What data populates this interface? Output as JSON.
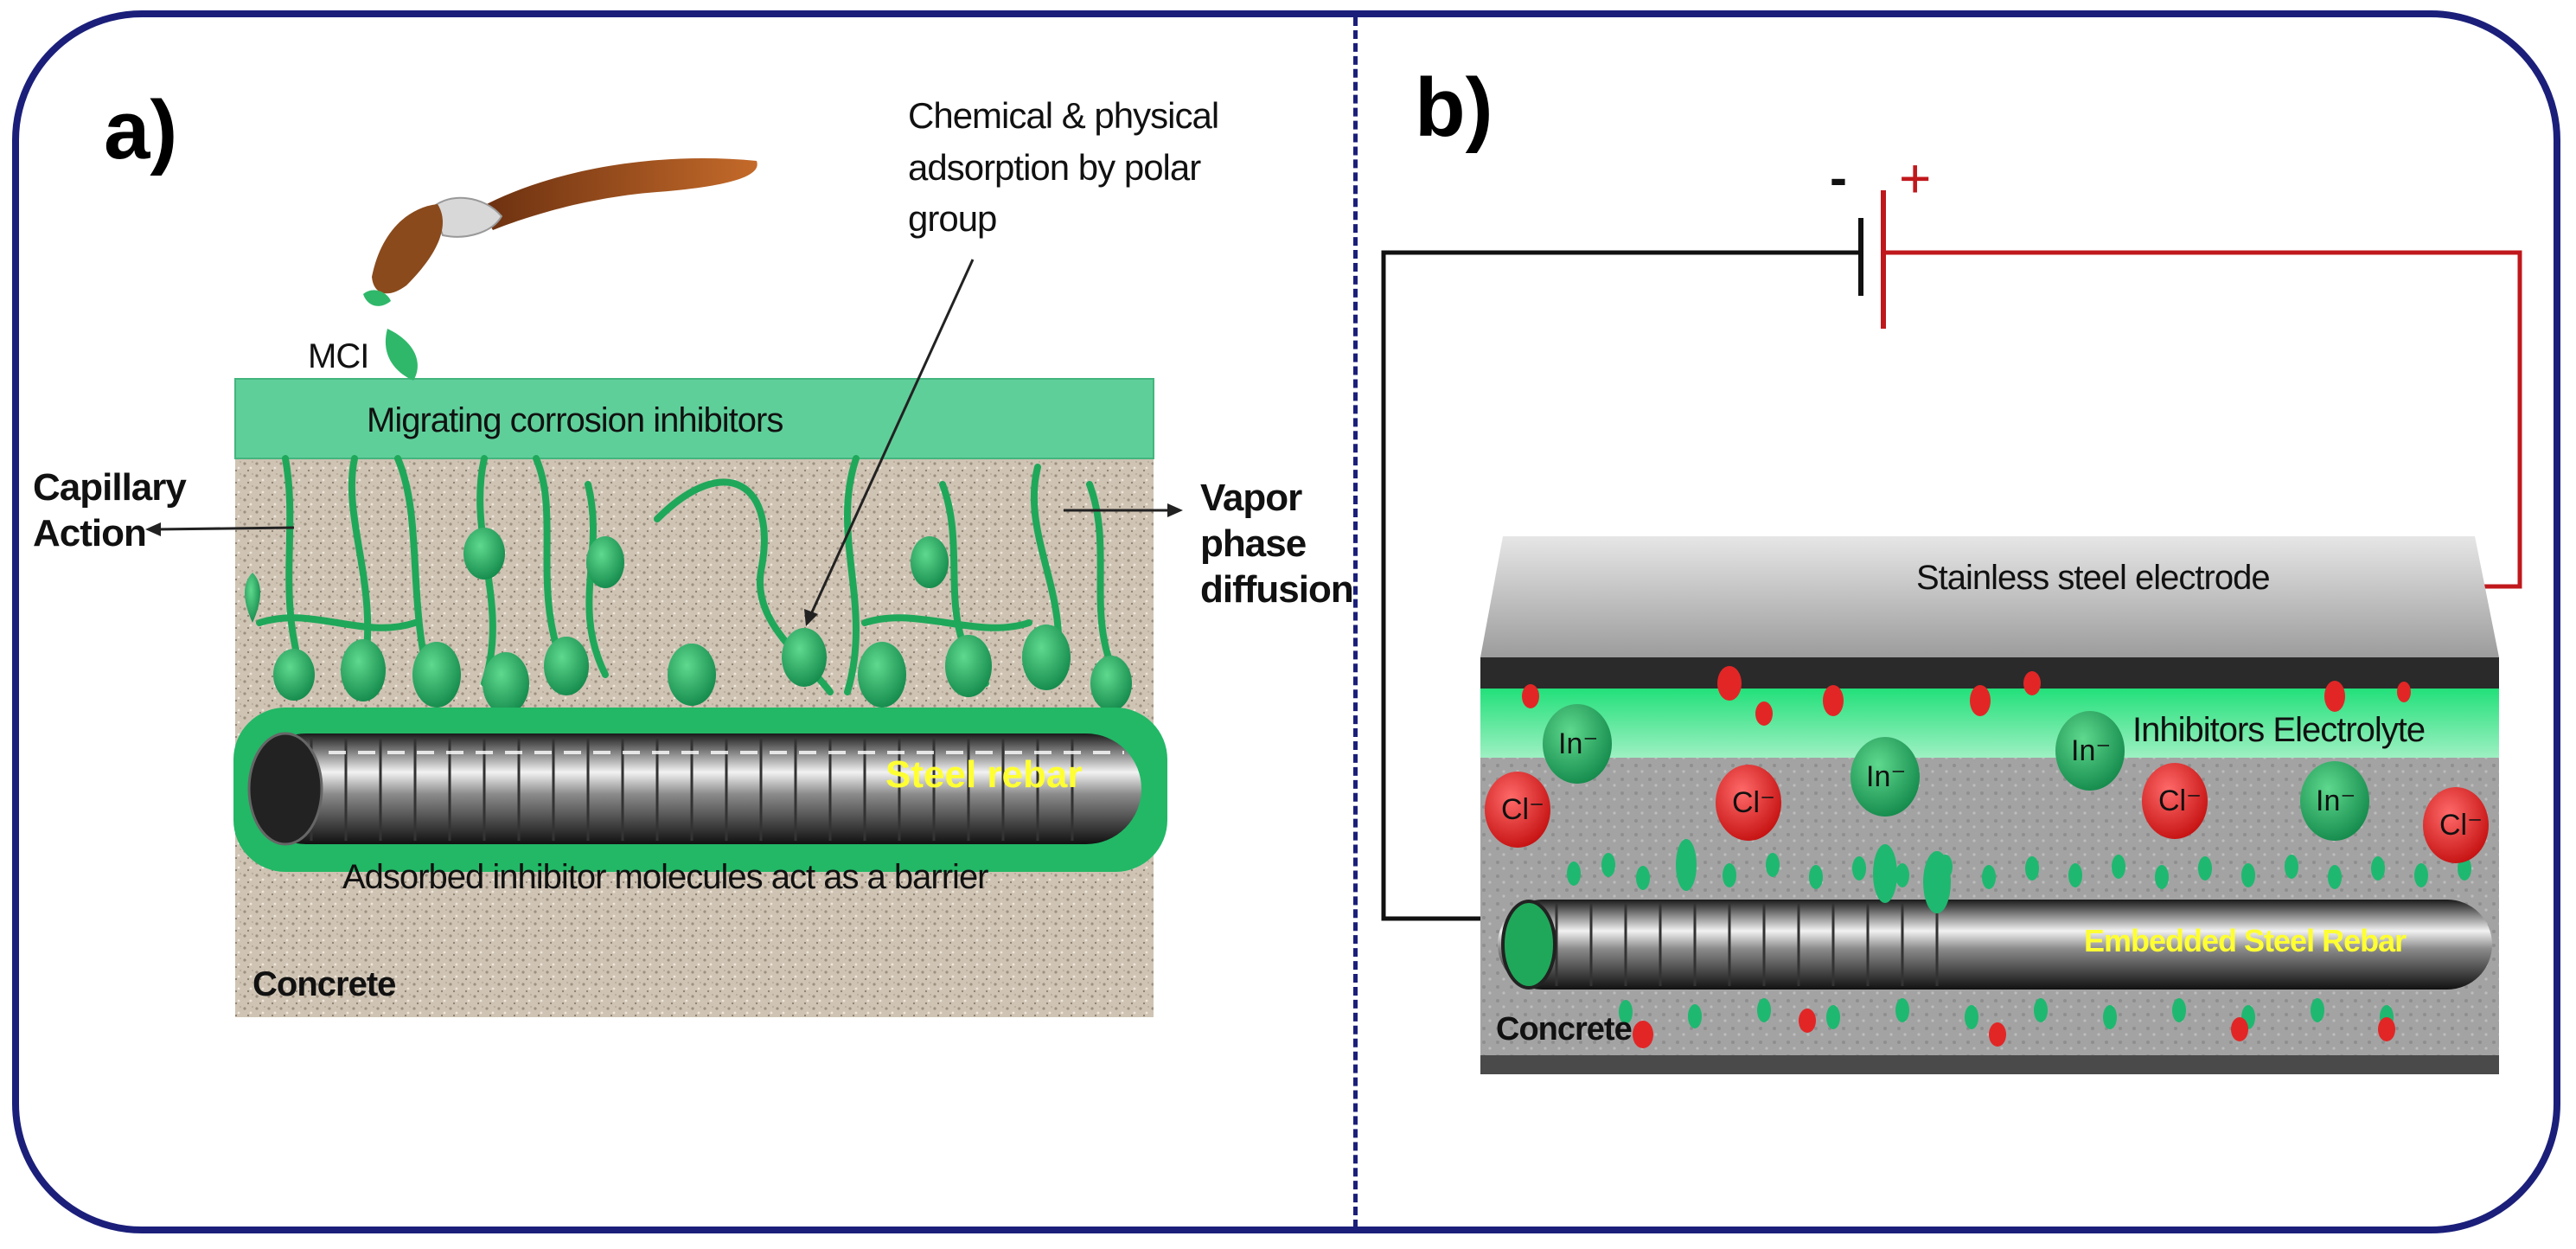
{
  "colors": {
    "frame": "#1b1f7a",
    "inhibitor_green": "#1fa85a",
    "coating_green": "#5fcf9a",
    "chloride_red": "#e22626",
    "wire_red": "#c0181c",
    "concrete_tan": "#cfc3b3",
    "concrete_grey": "#9a9a9a",
    "electrode_grey": "#b8b8b8",
    "rebar_label_yellow": "#ffff33"
  },
  "panel_a": {
    "label": "a)",
    "mci": "MCI",
    "chemical_line1": "Chemical & physical",
    "chemical_line2": "adsorption by polar",
    "chemical_line3": "group",
    "migrating": "Migrating corrosion inhibitors",
    "capillary_line1": "Capillary",
    "capillary_line2": "Action",
    "vapor_line1": "Vapor",
    "vapor_line2": "phase",
    "vapor_line3": "diffusion",
    "steel_rebar": "Steel rebar",
    "adsorbed": "Adsorbed inhibitor molecules act as a barrier",
    "concrete": "Concrete",
    "icons": [
      "paintbrush-icon",
      "steel-rebar-icon"
    ]
  },
  "panel_b": {
    "label": "b)",
    "minus": "-",
    "plus": "+",
    "electrode": "Stainless steel electrode",
    "electrolyte": "Inhibitors Electrolyte",
    "embedded": "Embedded Steel Rebar",
    "concrete": "Concrete",
    "ion_in": "In⁻",
    "ion_cl": "Cl⁻",
    "icons": [
      "battery-icon",
      "steel-rebar-icon"
    ]
  }
}
